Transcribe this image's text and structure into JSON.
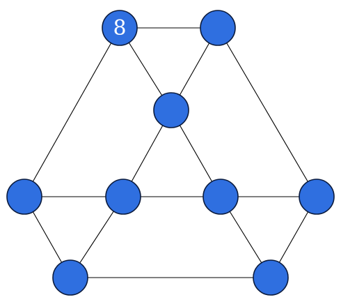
{
  "diagram": {
    "node_color": "#2f6fe0",
    "node_outline": "#0a1a3c",
    "edge_color": "#000000",
    "nodes": [
      {
        "id": "n1",
        "label": "8"
      },
      {
        "id": "n2",
        "label": ""
      },
      {
        "id": "n3",
        "label": ""
      },
      {
        "id": "n4",
        "label": ""
      },
      {
        "id": "n5",
        "label": ""
      },
      {
        "id": "n6",
        "label": ""
      },
      {
        "id": "n7",
        "label": ""
      },
      {
        "id": "n8",
        "label": ""
      },
      {
        "id": "n9",
        "label": ""
      }
    ],
    "edges": [
      [
        "n1",
        "n2"
      ],
      [
        "n1",
        "n4"
      ],
      [
        "n1",
        "n3"
      ],
      [
        "n2",
        "n3"
      ],
      [
        "n2",
        "n7"
      ],
      [
        "n3",
        "n5"
      ],
      [
        "n3",
        "n6"
      ],
      [
        "n4",
        "n5"
      ],
      [
        "n5",
        "n6"
      ],
      [
        "n6",
        "n7"
      ],
      [
        "n4",
        "n8"
      ],
      [
        "n5",
        "n8"
      ],
      [
        "n6",
        "n9"
      ],
      [
        "n7",
        "n9"
      ],
      [
        "n8",
        "n9"
      ]
    ]
  }
}
